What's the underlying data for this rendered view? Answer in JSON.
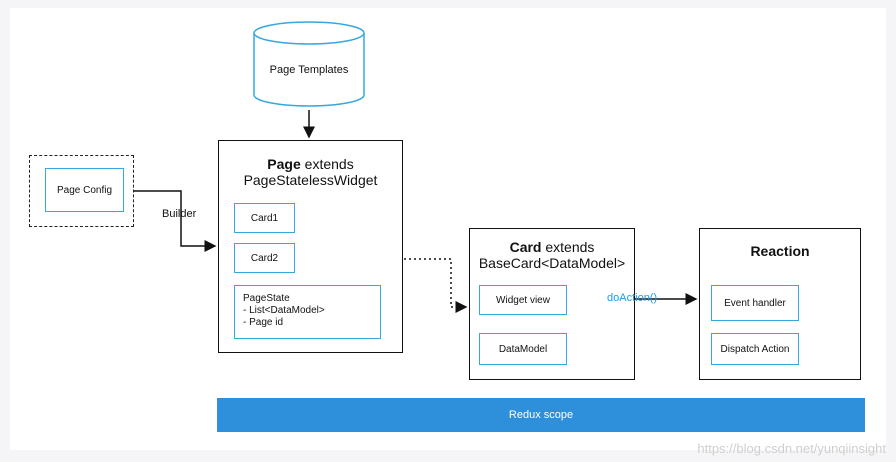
{
  "cylinder": {
    "label": "Page Templates"
  },
  "page_config": {
    "label": "Page Config"
  },
  "builder_label": "Builder",
  "page_box": {
    "title_bold": "Page",
    "title_rest": " extends",
    "title_line2": "PageStatelessWidget",
    "card1": "Card1",
    "card2": "Card2",
    "state": {
      "line1": "PageState",
      "line2": "- List<DataModel>",
      "line3": "- Page id"
    }
  },
  "card_box": {
    "title_bold": "Card",
    "title_rest": " extends",
    "title_line2": "BaseCard<DataModel>",
    "widget_view": "Widget view",
    "data_model": "DataModel"
  },
  "do_action_label": "doAction()",
  "reaction_box": {
    "title": "Reaction",
    "event_handler": "Event handler",
    "dispatch_action": "Dispatch Action"
  },
  "redux_bar": "Redux scope",
  "watermark": "https://blog.csdn.net/yunqiinsight",
  "colors": {
    "accent_blue": "#35a8e0",
    "redux_blue": "#2e8fdb",
    "link_text": "#1e9be0"
  }
}
